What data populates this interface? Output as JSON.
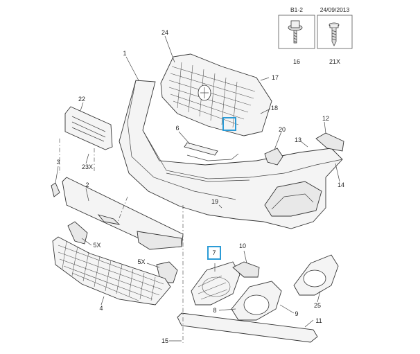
{
  "header": {
    "code": "B1-2",
    "date": "24/09/2013"
  },
  "fasteners": [
    {
      "id": "16",
      "icon": "bolt-with-washer-icon"
    },
    {
      "id": "21X",
      "icon": "self-tapping-screw-icon"
    }
  ],
  "callouts": [
    "1",
    "2",
    "3",
    "4",
    "5X",
    "5X",
    "6",
    "7",
    "8",
    "9",
    "10",
    "11",
    "12",
    "13",
    "14",
    "15",
    "16",
    "17",
    "18",
    "19",
    "20",
    "21X",
    "22",
    "23X",
    "24",
    "25"
  ],
  "highlight": {
    "part": "7",
    "color": "#2b9bd6"
  }
}
